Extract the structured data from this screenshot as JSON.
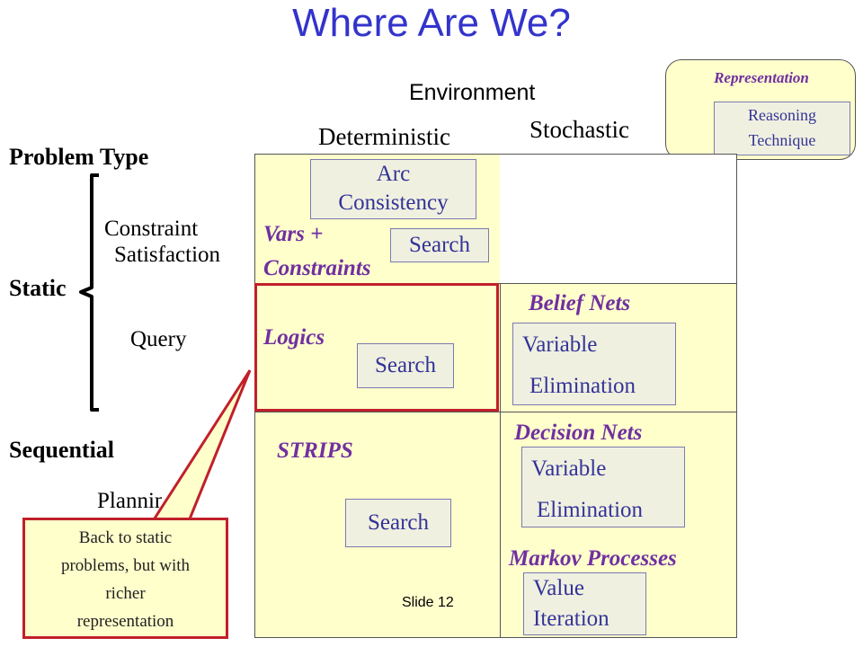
{
  "title": "Where Are We?",
  "environment": {
    "label": "Environment",
    "deterministic": "Deterministic",
    "stochastic": "Stochastic"
  },
  "problem_type": {
    "label": "Problem Type",
    "static": "Static",
    "constraint_line1": "Constraint",
    "constraint_line2": "Satisfaction",
    "query": "Query",
    "sequential": "Sequential",
    "planning": "Planning"
  },
  "cells": {
    "csp": {
      "representation_line1": "Vars +",
      "representation_line2": "Constraints",
      "technique1_line1": "Arc",
      "technique1_line2": "Consistency",
      "technique2": "Search"
    },
    "logics": {
      "representation": "Logics",
      "technique": "Search"
    },
    "belief_nets": {
      "representation": "Belief Nets",
      "technique_line1": "Variable",
      "technique_line2": "Elimination"
    },
    "strips": {
      "representation": "STRIPS",
      "technique": "Search"
    },
    "decision_nets": {
      "representation": "Decision Nets",
      "technique_line1": "Variable",
      "technique_line2": "Elimination"
    },
    "markov": {
      "representation": "Markov Processes",
      "technique_line1": "Value",
      "technique_line2": "Iteration"
    }
  },
  "legend": {
    "representation": "Representation",
    "technique_line1": "Reasoning",
    "technique_line2": "Technique"
  },
  "callout": {
    "line1": "Back to static",
    "line2": "problems, but with",
    "line3": "richer",
    "line4": "representation"
  },
  "slide_number": "Slide 12",
  "colors": {
    "title": "#3333cc",
    "cell_fill": "#ffffcc",
    "representation_text": "#7030a0",
    "technique_box_fill": "#f0f0e0",
    "technique_text": "#333399",
    "highlight": "#c0202a"
  }
}
